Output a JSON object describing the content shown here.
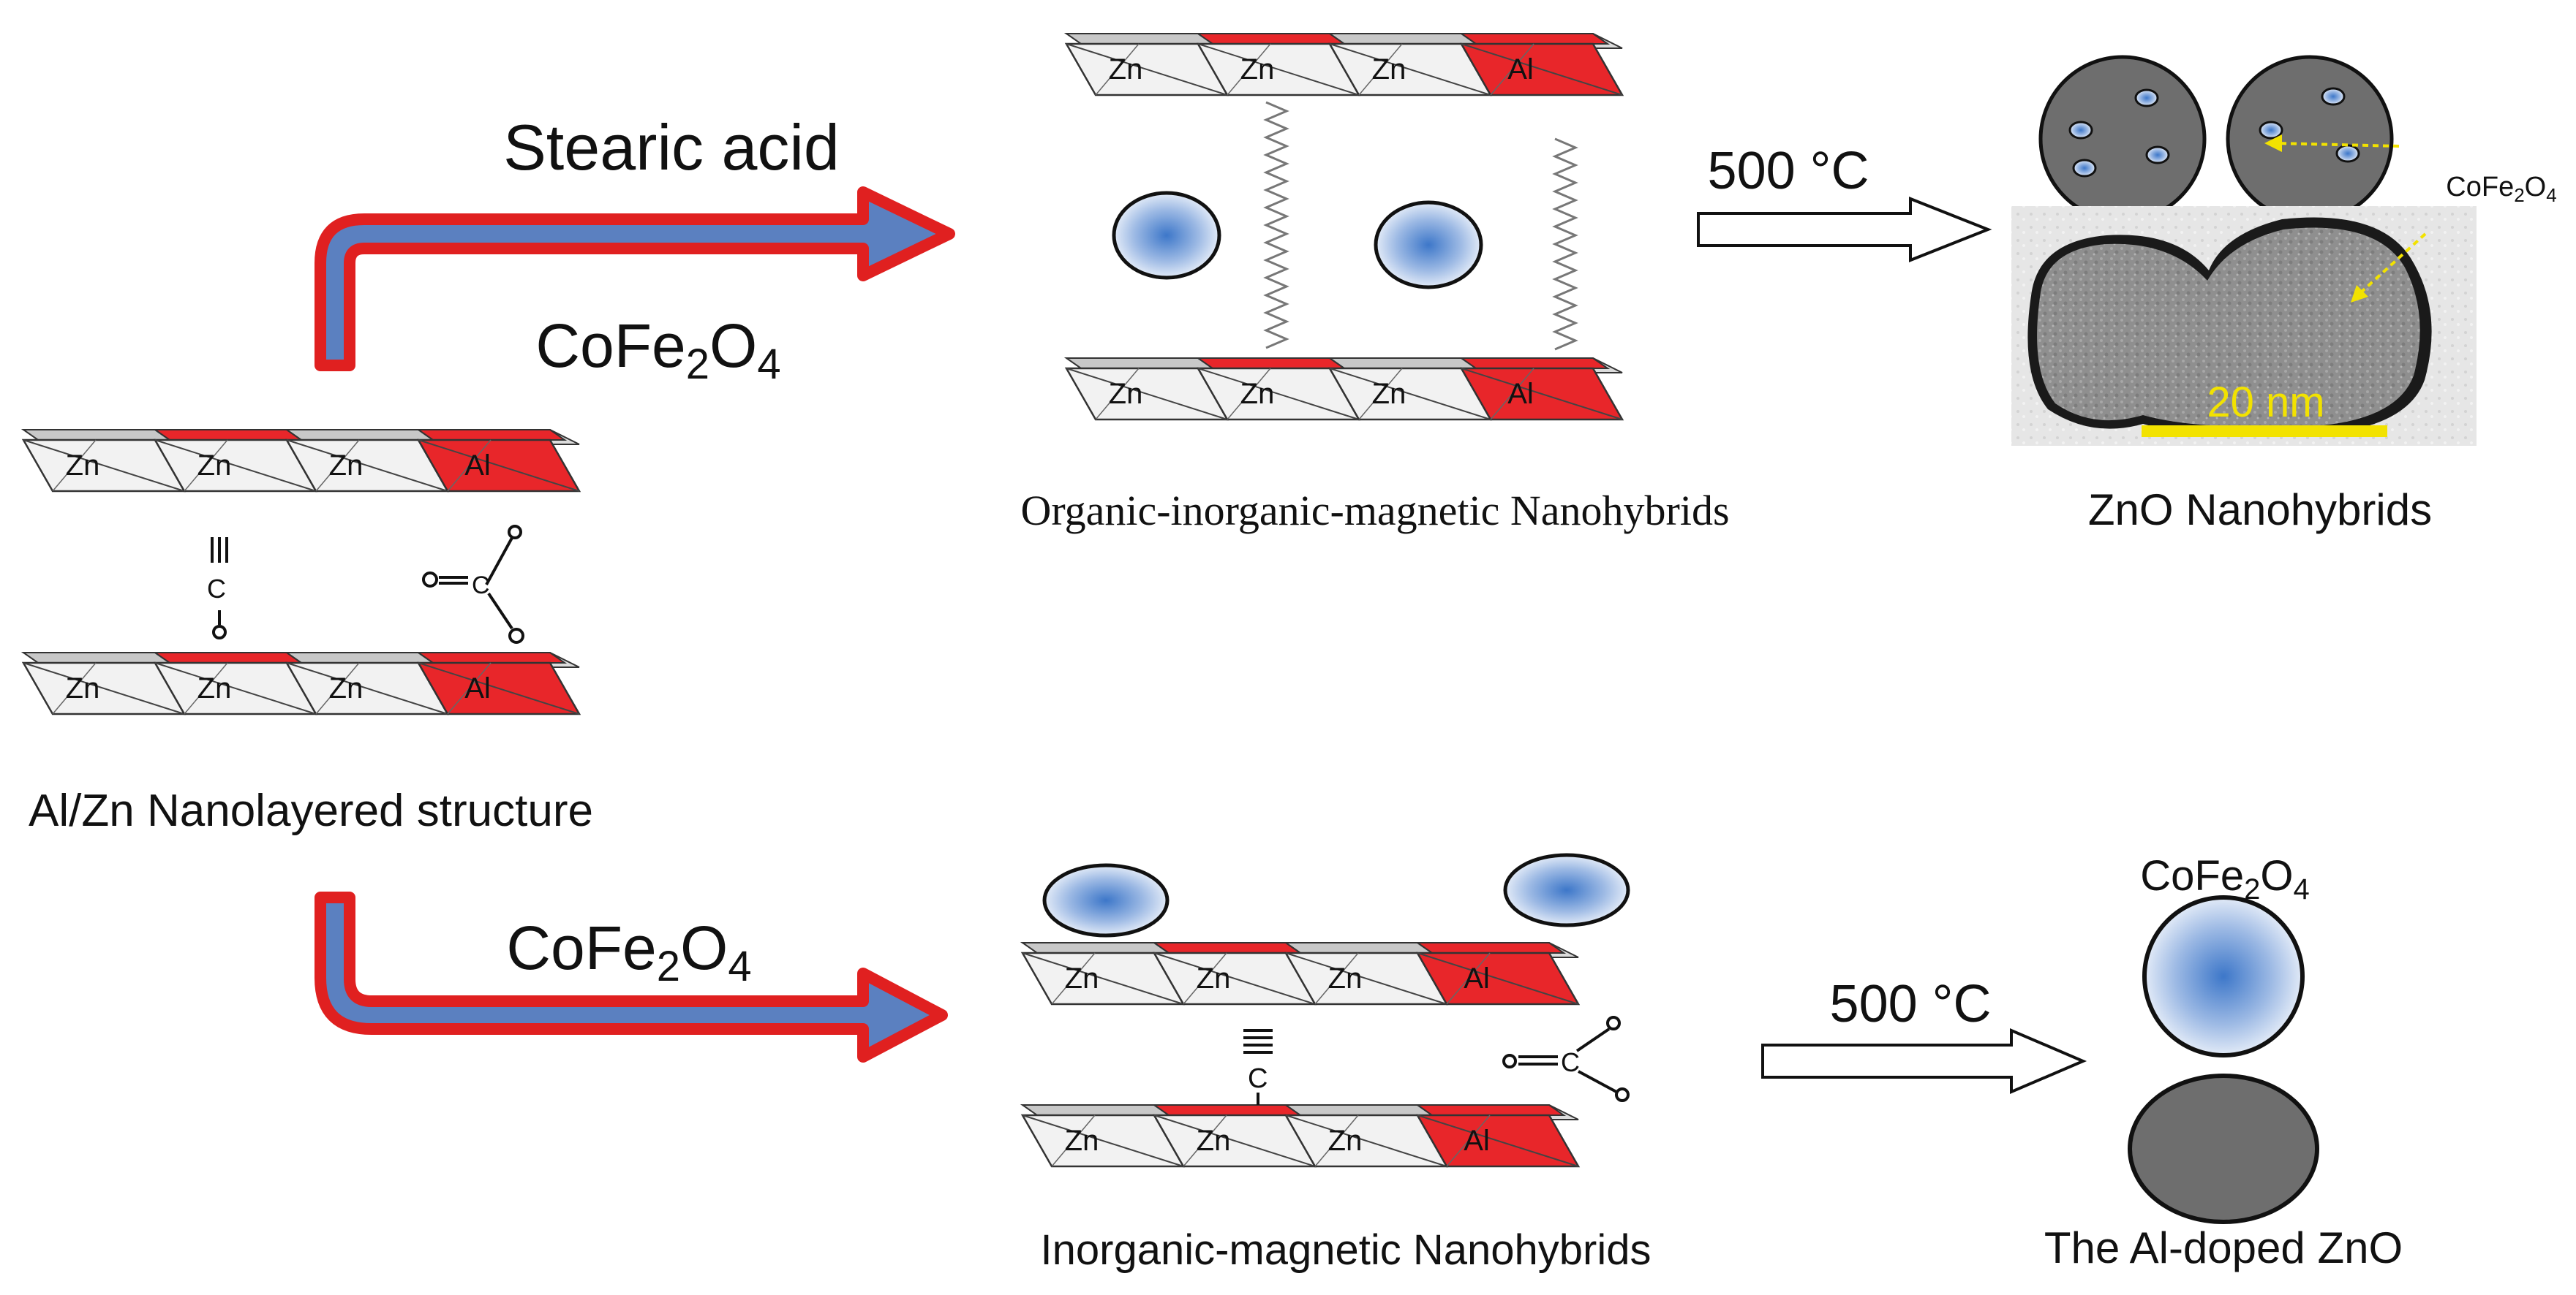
{
  "colors": {
    "arrow_fill": "#5b80c0",
    "arrow_border": "#e02020",
    "layer_red": "#e8262a",
    "layer_white": "#f2f2f2",
    "particle_blue": "#3d77c9",
    "zno_gray": "#6e6e6e",
    "scale_bar": "#f2e200",
    "annotation_arrow": "#f2e200"
  },
  "layer_cells": [
    "Zn",
    "Zn",
    "Zn",
    "Al"
  ],
  "left": {
    "caption": "Al/Zn Nanolayered structure"
  },
  "top_route": {
    "reagent_1": "Stearic acid",
    "reagent_2": {
      "base": "CoFe",
      "sub1": "2",
      "mid": "O",
      "sub2": "4"
    },
    "product_caption": "Organic-inorganic-magnetic Nanohybrids",
    "calcination": "500 °C",
    "tem_label": {
      "base": "CoFe",
      "sub1": "2",
      "mid": "O",
      "sub2": "4"
    },
    "scale_bar": "20 nm",
    "final_caption": "ZnO Nanohybrids"
  },
  "bottom_route": {
    "reagent": {
      "base": "CoFe",
      "sub1": "2",
      "mid": "O",
      "sub2": "4"
    },
    "product_caption": "Inorganic-magnetic Nanohybrids",
    "calcination": "500 °C",
    "particle_label": {
      "base": "CoFe",
      "sub1": "2",
      "mid": "O",
      "sub2": "4"
    },
    "final_caption": "The Al-doped ZnO"
  },
  "icons": [
    "process-arrow-icon",
    "heat-arrow-icon",
    "zigzag-chain-icon",
    "carbonate-icon",
    "nitrate-icon",
    "nanoparticle-icon"
  ]
}
